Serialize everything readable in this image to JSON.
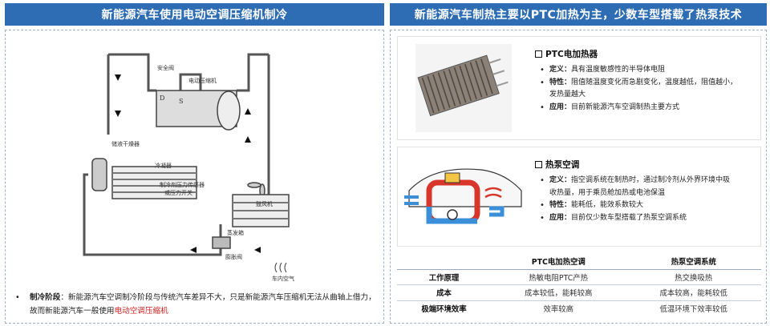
{
  "left": {
    "header": "新能源汽车使用电动空调压缩机制冷",
    "diagram_labels": {
      "safety_valve": "安全阀",
      "compressor": "电动压缩机",
      "d": "D",
      "s": "S",
      "drier": "储液干燥器",
      "condenser": "冷凝器",
      "sensor": "制冷剂压力传感器",
      "sensor2": "或压力开关",
      "blower": "鼓风机",
      "evaporator": "蒸发箱",
      "expansion_valve": "膨胀阀",
      "cabin_air": "车内空气"
    },
    "bullet": {
      "label": "制冷阶段",
      "text": "：新能源汽车空调制冷阶段与传统汽车差异不大，只是新能源汽车压缩机无法从曲轴上借力，故而新能源汽车一般使用",
      "highlight": "电动空调压缩机"
    }
  },
  "right": {
    "header": "新能源汽车制热主要以PTC加热为主，少数车型搭载了热泵技术",
    "ptc": {
      "title": "PTC电加热器",
      "items": [
        {
          "label": "定义：",
          "text": "具有温度敏感性的半导体电阻"
        },
        {
          "label": "特性：",
          "text": "阻值随温度变化而急剧变化，温度越低，阻值越小，"
        },
        {
          "label": "",
          "text": "发热量越大"
        },
        {
          "label": "应用：",
          "text": "目前新能源汽车空调制热主要方式"
        }
      ]
    },
    "heatpump": {
      "title": "热泵空调",
      "items": [
        {
          "label": "定义：",
          "text": "指空调系统在制热时，通过制冷剂从外界环境中吸"
        },
        {
          "label": "",
          "text": "收热量，用于乘员舱加热或电池保温"
        },
        {
          "label": "特性：",
          "text": "能耗低，能效系数较大"
        },
        {
          "label": "应用：",
          "text": "目前仅少数车型搭载了热泵空调系统"
        }
      ]
    },
    "table": {
      "columns": [
        "",
        "PTC电加热空调",
        "热泵空调系统"
      ],
      "rows": [
        [
          "工作原理",
          "热敏电阻PTC产热",
          "热交换吸热"
        ],
        [
          "成本",
          "成本较低，能耗较高",
          "成本较高，能耗较低"
        ],
        [
          "极端环境效率",
          "效率较高",
          "低温环境下效率较低"
        ]
      ]
    }
  },
  "colors": {
    "header_bg": "#2e6db4",
    "highlight": "#d41f1f"
  }
}
